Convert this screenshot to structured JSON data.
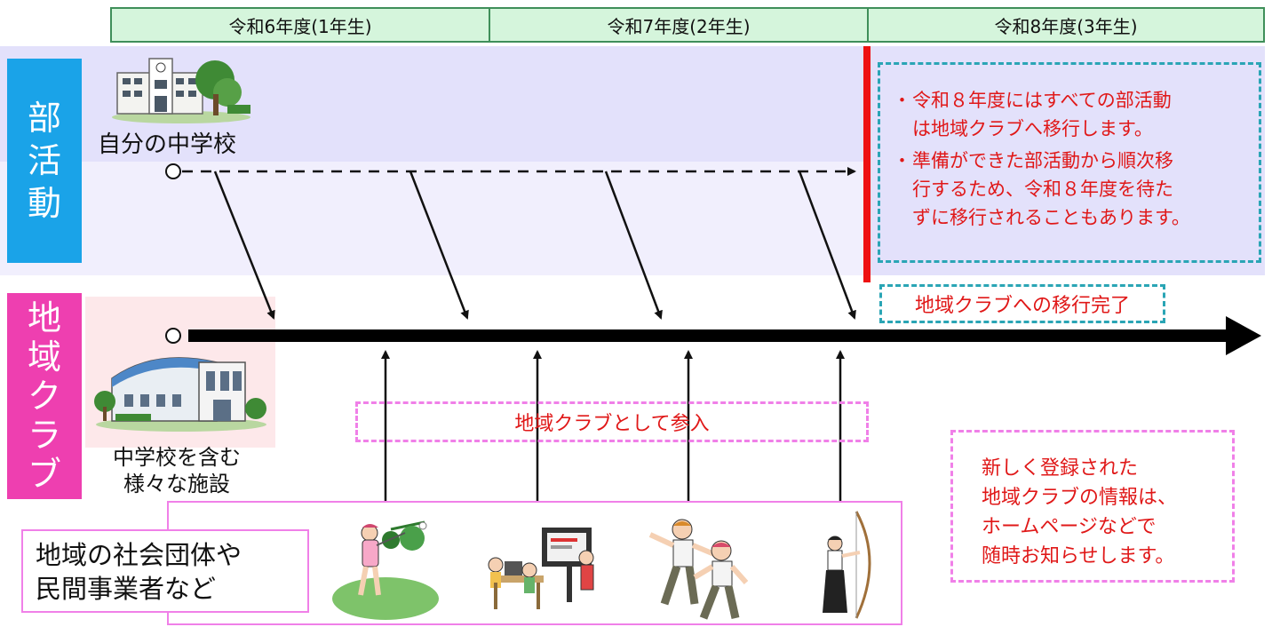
{
  "years": [
    {
      "label": "令和6年度(1年生)"
    },
    {
      "label": "令和7年度(2年生)"
    },
    {
      "label": "令和8年度(3年生)"
    }
  ],
  "rows": {
    "bukatsu": {
      "label_chars": [
        "部",
        "活",
        "動"
      ],
      "color": "#1aa3e8"
    },
    "club": {
      "label_chars": [
        "地",
        "域",
        "ク",
        "ラ",
        "ブ"
      ],
      "color": "#ee3fb0"
    }
  },
  "school_caption": "自分の中学校",
  "facility_caption": [
    "中学校を含む",
    "様々な施設"
  ],
  "notes": {
    "bullets": [
      [
        "令和８年度にはすべての部活動",
        "は地域クラブへ移行します。"
      ],
      [
        "準備ができた部活動から順次移",
        "行するため、令和８年度を待た",
        "ずに移行されることもあります。"
      ]
    ],
    "bullet_mark": "・"
  },
  "transition_label": "地域クラブへの移行完了",
  "join_label": "地域クラブとして参入",
  "community_label": [
    "地域の社会団体や",
    "民間事業者など"
  ],
  "info_note": [
    "新しく登録された",
    "地域クラブの情報は、",
    "ホームページなどで",
    "随時お知らせします。"
  ],
  "colors": {
    "year_header_bg": "#d5f5dc",
    "bukatsu_band": "#e3e1fb",
    "accent_red": "#ee1111",
    "teal_dash": "#2aa5b5",
    "pink_dash": "#f080e8"
  },
  "icons": [
    "school-building-icon",
    "gymnasium-icon",
    "golf-player-icon",
    "computer-class-icon",
    "dancers-icon",
    "archer-icon"
  ]
}
